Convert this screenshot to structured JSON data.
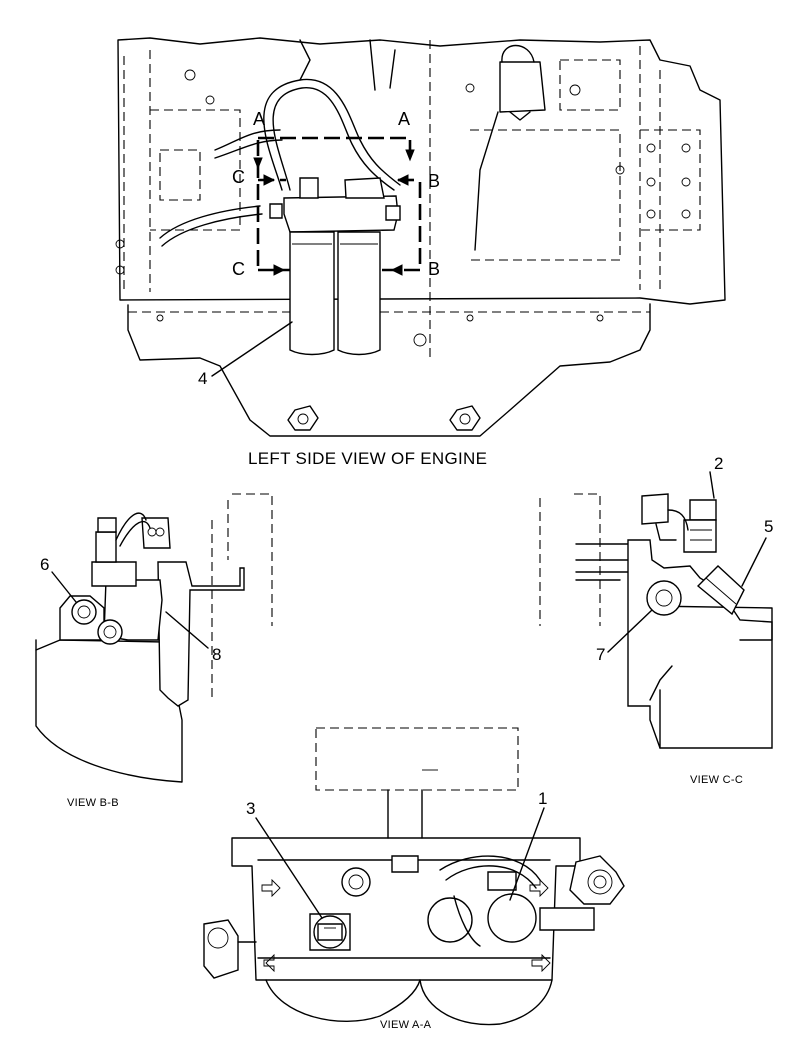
{
  "views": {
    "main_title": "LEFT SIDE VIEW OF ENGINE",
    "view_bb": "VIEW B-B",
    "view_cc": "VIEW C-C",
    "view_aa": "VIEW A-A"
  },
  "section_marks": {
    "a_left": "A",
    "a_right": "A",
    "b_top": "B",
    "b_bottom": "B",
    "c_top": "C",
    "c_bottom": "C"
  },
  "callouts": {
    "c1": "1",
    "c2": "2",
    "c3": "3",
    "c4": "4",
    "c5": "5",
    "c6": "6",
    "c7": "7",
    "c8": "8"
  }
}
